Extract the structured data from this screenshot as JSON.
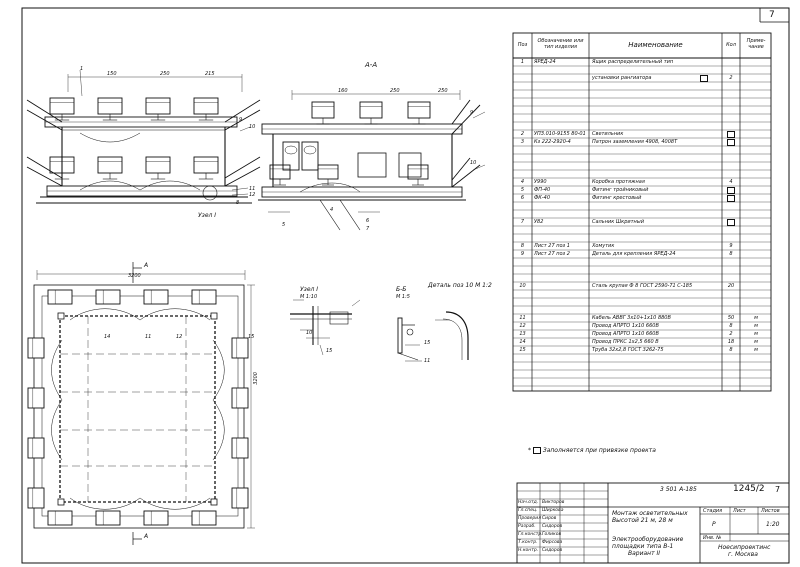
{
  "sheet": {
    "number": "7",
    "corner_number": "7",
    "doc_code": "1245/2",
    "code_left": "3 501 А-185",
    "note_marker": "*",
    "note": "Заполняется при привязке проекта"
  },
  "spec_headers": {
    "pos": "Поз",
    "designation": "Обозначение или тип изделия",
    "name": "Наименование",
    "qty": "Кол",
    "remark": "Приме-чание"
  },
  "spec_rows": [
    {
      "pos": "1",
      "designation": "ЯРЕД-24",
      "name": "Ящик распределительный  тип",
      "qty": "",
      "remark": ""
    },
    {
      "pos": "",
      "designation": "",
      "name": "установки рангиатора",
      "qty": "2",
      "remark": "",
      "box": true
    },
    {
      "pos": "2",
      "designation": "УПЗ.010-9155 80-01",
      "name": "Светильник",
      "qty": "",
      "remark": "",
      "qtybox": true
    },
    {
      "pos": "3",
      "designation": "Кз 222-2920-4",
      "name": "Патрон заземления 4908, 4008Т",
      "qty": "",
      "remark": "",
      "qtybox": true
    },
    {
      "pos": "4",
      "designation": "У990",
      "name": "Коробка протяжная",
      "qty": "4",
      "remark": ""
    },
    {
      "pos": "5",
      "designation": "ФП-40",
      "name": "Фитинг тройниковый",
      "qty": "",
      "remark": "",
      "qtybox": true
    },
    {
      "pos": "6",
      "designation": "ФК-40",
      "name": "Фитинг крестовый",
      "qty": "",
      "remark": "",
      "qtybox": true
    },
    {
      "pos": "7",
      "designation": "У82",
      "name": "Сальник Шкритный",
      "qty": "",
      "remark": "",
      "qtybox": true
    },
    {
      "pos": "8",
      "designation": "Лист 27 поз 1",
      "name": "Хомутик",
      "qty": "9",
      "remark": ""
    },
    {
      "pos": "9",
      "designation": "Лист 27 поз 2",
      "name": "Деталь для крепления ЯРЕД-24",
      "qty": "8",
      "remark": ""
    },
    {
      "pos": "10",
      "designation": "",
      "name": "Сталь крупая Ф 8 ГОСТ 2590-71 С-185",
      "qty": "20",
      "remark": ""
    },
    {
      "pos": "11",
      "designation": "",
      "name": "Кабель АВВГ 3х10+1х10 880В",
      "qty": "50",
      "remark": "м"
    },
    {
      "pos": "12",
      "designation": "",
      "name": "Провод АПРТО 1х10  660В",
      "qty": "8",
      "remark": "м"
    },
    {
      "pos": "13",
      "designation": "",
      "name": "Провод АПРТО 1х10  660В",
      "qty": "2",
      "remark": "м"
    },
    {
      "pos": "14",
      "designation": "",
      "name": "Провод ПРКС 1х2,5  660 В",
      "qty": "18",
      "remark": "м"
    },
    {
      "pos": "15",
      "designation": "",
      "name": "Труба 32х2,8 ГОСТ 3262-75",
      "qty": "8",
      "remark": "м"
    }
  ],
  "title_block": {
    "title_line1": "Монтаж осветительных",
    "title_line2": "Высотой 21 м, 28 м",
    "stage_label": "Стадия",
    "sheet_label": "Лист",
    "sheets_label": "Листов",
    "stage": "Р",
    "sheet": "",
    "sheets": "",
    "scale": "1:20",
    "subtitle_line1": "Электрооборудование",
    "subtitle_line2": "площадки типа В-1",
    "subtitle_line3": "Вариант II",
    "org_line1": "Ноесипроектинс",
    "org_line2": "г. Москва",
    "inv_label": "Инв. №",
    "inv_value": "",
    "roles": [
      "Нач.отд.",
      "Гл.спец.",
      "Проверил",
      "Разраб.",
      "Гл.констр.",
      "Т.контр.",
      "Н.контр."
    ],
    "names": [
      "Викторов",
      "Ширкова",
      "Сиров",
      "Сидоров",
      "Голиков",
      "Фирсова",
      "Сидоров"
    ],
    "dates": [
      "",
      "",
      "",
      "",
      "",
      "",
      ""
    ]
  },
  "drawing_labels": {
    "section_aa": "А-А",
    "section_bb": "Б-Б",
    "node_label": "Узел I",
    "node_scale": "М 1:10",
    "section_scale": "М 1:5",
    "detail_label": "Деталь поз 10  М 1:2",
    "node_ref": "Узел I",
    "dim_top1": "150",
    "dim_top2": "250",
    "dim_top3": "215",
    "dim_top4": "160",
    "dim_top5": "250",
    "dim_top6": "250",
    "dim_plan_w": "3200",
    "dim_plan_h": "3200",
    "marker_a": "А",
    "callouts": [
      "1",
      "2",
      "3",
      "4",
      "5",
      "6",
      "7",
      "8",
      "9",
      "10",
      "11",
      "12",
      "13",
      "14",
      "15"
    ]
  }
}
